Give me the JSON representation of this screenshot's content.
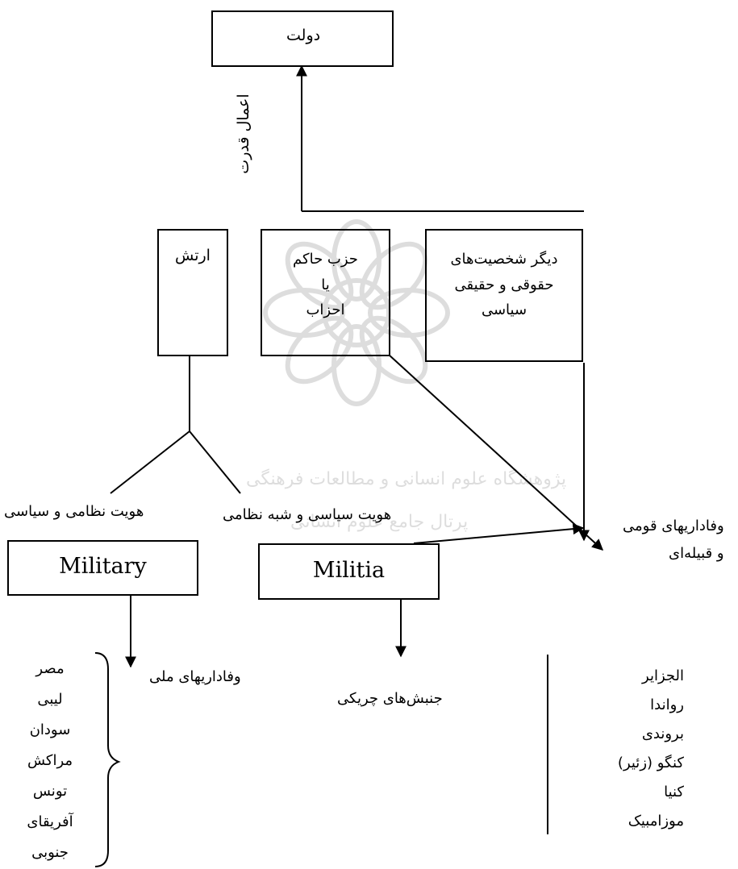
{
  "state_box": "دولت",
  "power_label": "اعمال قدرت",
  "army_box": "ارتش",
  "party_box": [
    "حزب حاکم",
    "یا",
    "احزاب"
  ],
  "personalities_box": [
    "دیگر شخصیت‌های",
    "حقوقی و حقیقی",
    "سیاسی"
  ],
  "military_identity": "هویت نظامی و سیاسی",
  "paramilitary_identity": "هویت سیاسی و شبه نظامی",
  "ethnic_loyalty": [
    "وفاداریهای قومی",
    "و قبیله‌ای"
  ],
  "military_box": "Military",
  "militia_box": "Militia",
  "national_loyalty": "وفاداریهای ملی",
  "guerrilla": "جنبش‌های چریکی",
  "countries_left": [
    "مصر",
    "لیبی",
    "سودان",
    "مراکش",
    "تونس",
    "آفریقای",
    "جنوبی"
  ],
  "countries_right": [
    "الجزایر",
    "رواندا",
    "بروندی",
    "کنگو (زئیر)",
    "کنیا",
    "موزامبیک"
  ],
  "watermark_text": [
    "پژوهشگاه علوم انسانی و مطالعات فرهنگی",
    "پرتال جامع علوم انسانی"
  ]
}
